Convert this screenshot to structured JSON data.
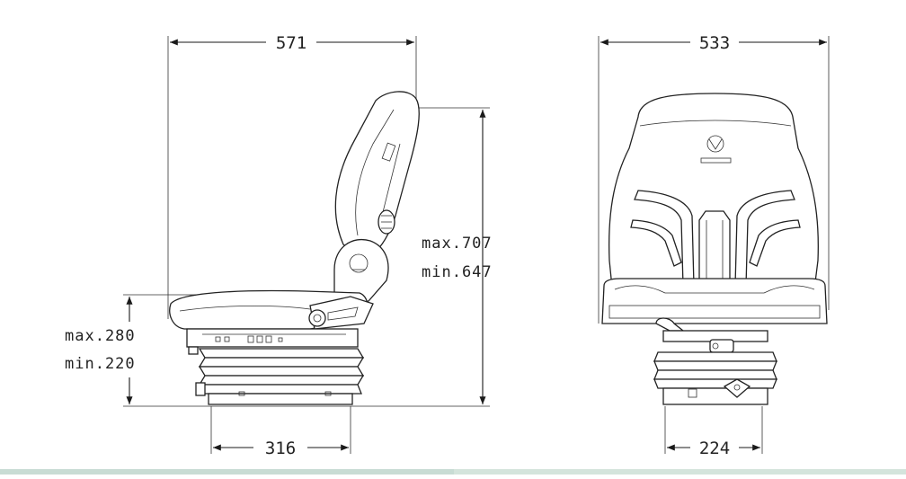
{
  "dimensions": {
    "side_depth": "571",
    "front_width": "533",
    "side_base_width": "316",
    "front_base_width": "224",
    "height_max": "max.707",
    "height_min": "min.647",
    "seat_height_max": "max.280",
    "seat_height_min": "min.220"
  },
  "colors": {
    "line": "#1a1a1a",
    "bottom_strip": "#c8dcd4"
  }
}
